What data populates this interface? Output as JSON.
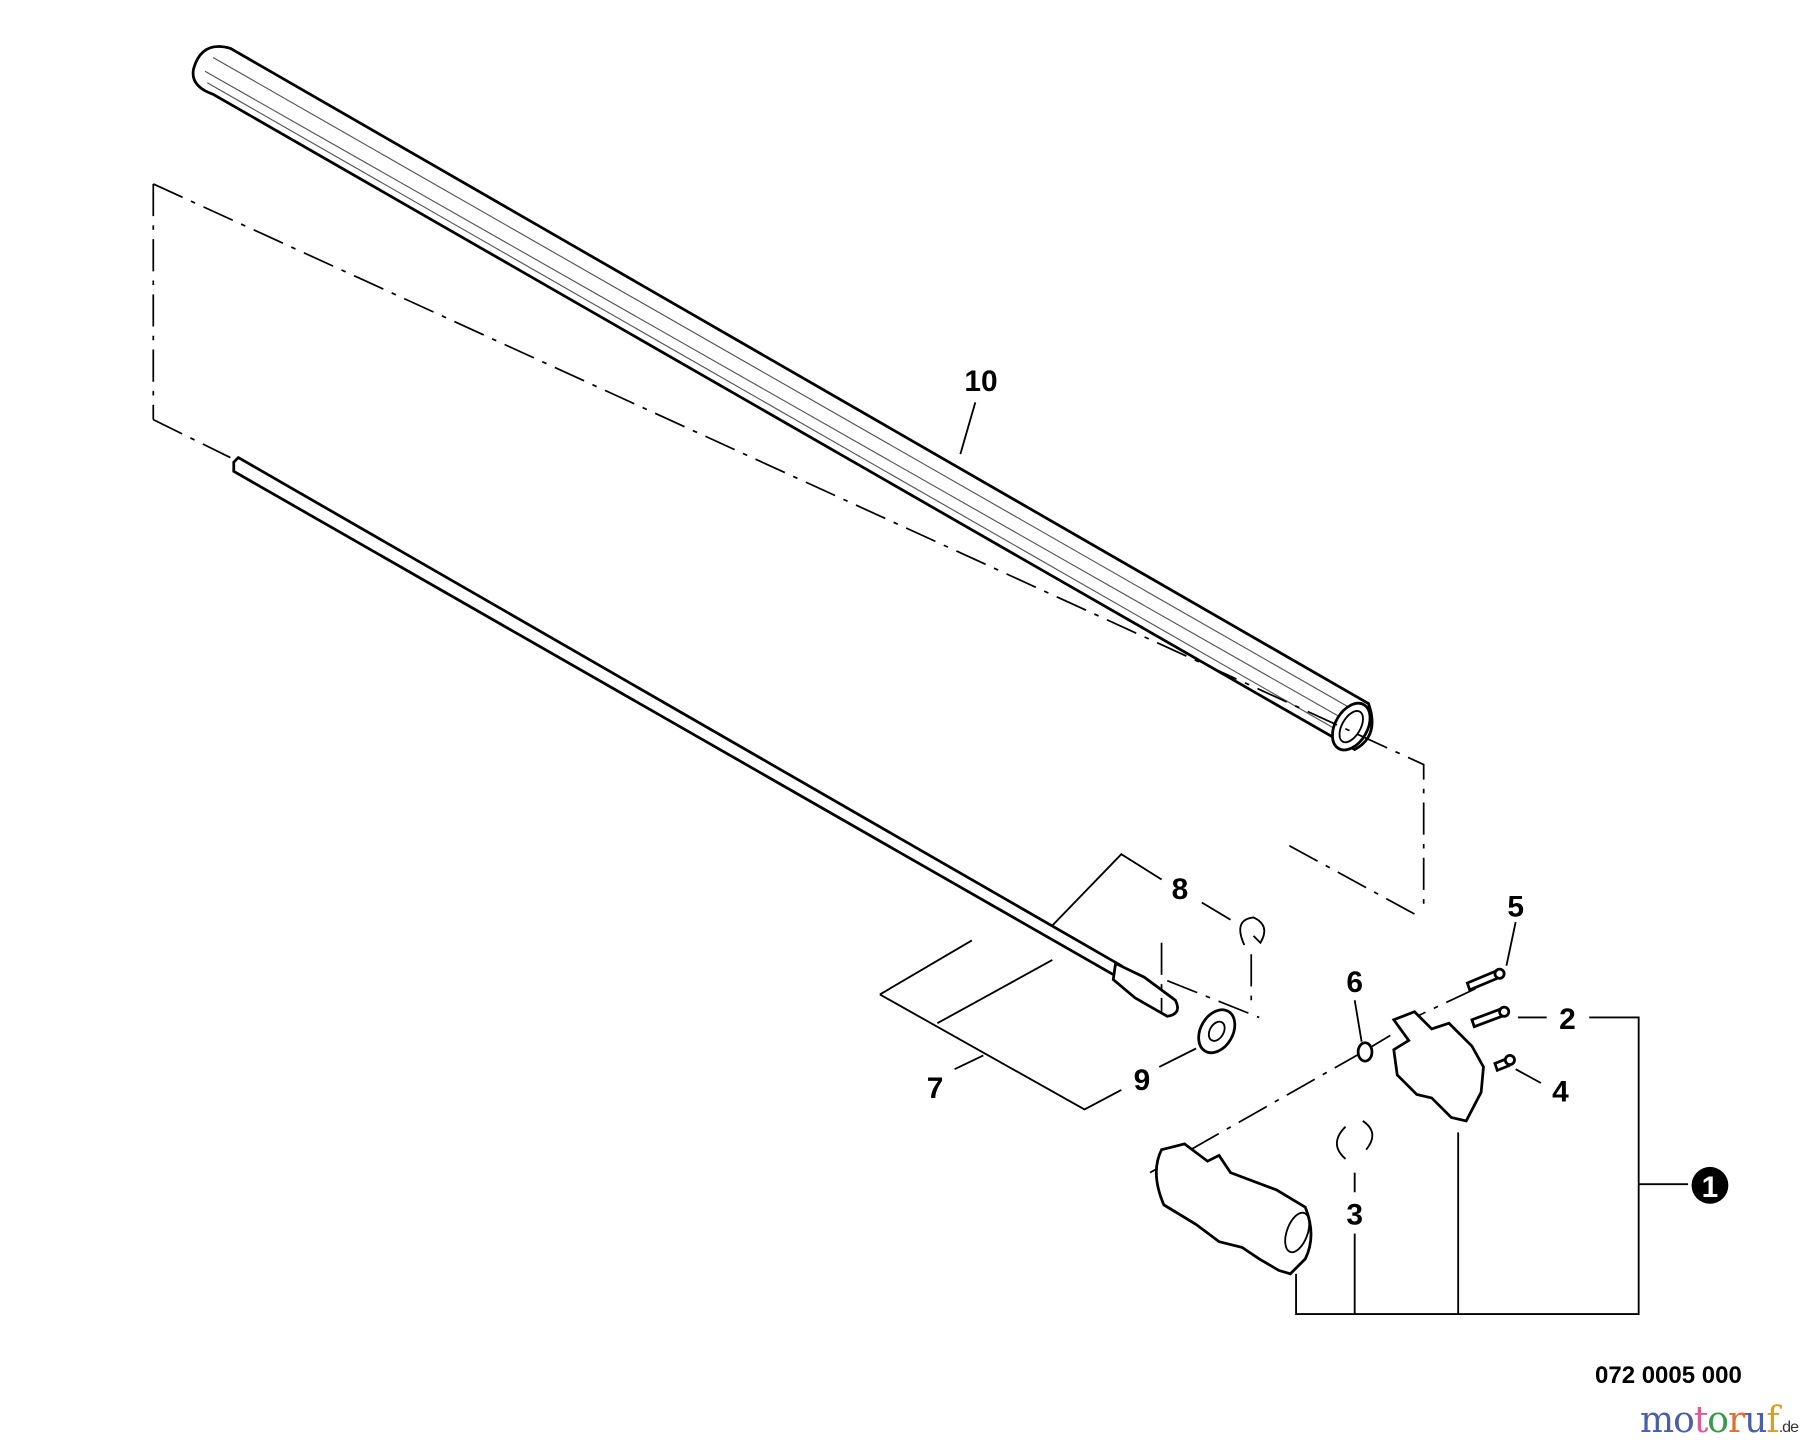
{
  "diagram": {
    "callouts": [
      "1",
      "2",
      "3",
      "4",
      "5",
      "6",
      "7",
      "8",
      "9",
      "10"
    ],
    "part_number": "072 0005 000",
    "watermark": {
      "text": "motoruf",
      "suffix": ".de",
      "letter_colors": [
        "#4a5fa8",
        "#4a5fa8",
        "#e05a9a",
        "#3a9a4a",
        "#e07030",
        "#4a5fa8",
        "#d8a020"
      ]
    }
  }
}
